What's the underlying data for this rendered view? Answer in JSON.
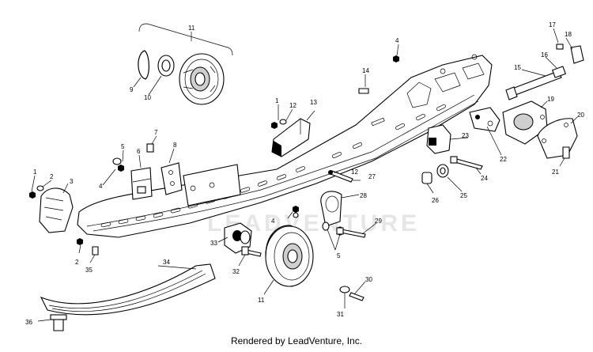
{
  "caption": "Rendered by LeadVenture, Inc.",
  "watermark": "LEADVENTURE",
  "callouts": [
    {
      "id": "c-1a",
      "label": "1"
    },
    {
      "id": "c-1b",
      "label": "1"
    },
    {
      "id": "c-2a",
      "label": "2"
    },
    {
      "id": "c-2b",
      "label": "2"
    },
    {
      "id": "c-3",
      "label": "3"
    },
    {
      "id": "c-4a",
      "label": "4"
    },
    {
      "id": "c-4b",
      "label": "4"
    },
    {
      "id": "c-4c",
      "label": "4"
    },
    {
      "id": "c-5a",
      "label": "5"
    },
    {
      "id": "c-5b",
      "label": "5"
    },
    {
      "id": "c-6",
      "label": "6"
    },
    {
      "id": "c-7",
      "label": "7"
    },
    {
      "id": "c-8",
      "label": "8"
    },
    {
      "id": "c-9",
      "label": "9"
    },
    {
      "id": "c-10",
      "label": "10"
    },
    {
      "id": "c-11a",
      "label": "11"
    },
    {
      "id": "c-11b",
      "label": "11"
    },
    {
      "id": "c-12a",
      "label": "12"
    },
    {
      "id": "c-12b",
      "label": "12"
    },
    {
      "id": "c-13",
      "label": "13"
    },
    {
      "id": "c-14",
      "label": "14"
    },
    {
      "id": "c-15",
      "label": "15"
    },
    {
      "id": "c-16",
      "label": "16"
    },
    {
      "id": "c-17",
      "label": "17"
    },
    {
      "id": "c-18",
      "label": "18"
    },
    {
      "id": "c-19",
      "label": "19"
    },
    {
      "id": "c-20",
      "label": "20"
    },
    {
      "id": "c-21",
      "label": "21"
    },
    {
      "id": "c-22",
      "label": "22"
    },
    {
      "id": "c-23",
      "label": "23"
    },
    {
      "id": "c-24",
      "label": "24"
    },
    {
      "id": "c-25",
      "label": "25"
    },
    {
      "id": "c-26",
      "label": "26"
    },
    {
      "id": "c-27",
      "label": "27"
    },
    {
      "id": "c-28",
      "label": "28"
    },
    {
      "id": "c-29",
      "label": "29"
    },
    {
      "id": "c-30",
      "label": "30"
    },
    {
      "id": "c-31",
      "label": "31"
    },
    {
      "id": "c-32",
      "label": "32"
    },
    {
      "id": "c-33",
      "label": "33"
    },
    {
      "id": "c-34",
      "label": "34"
    },
    {
      "id": "c-35",
      "label": "35"
    },
    {
      "id": "c-36",
      "label": "36"
    }
  ]
}
